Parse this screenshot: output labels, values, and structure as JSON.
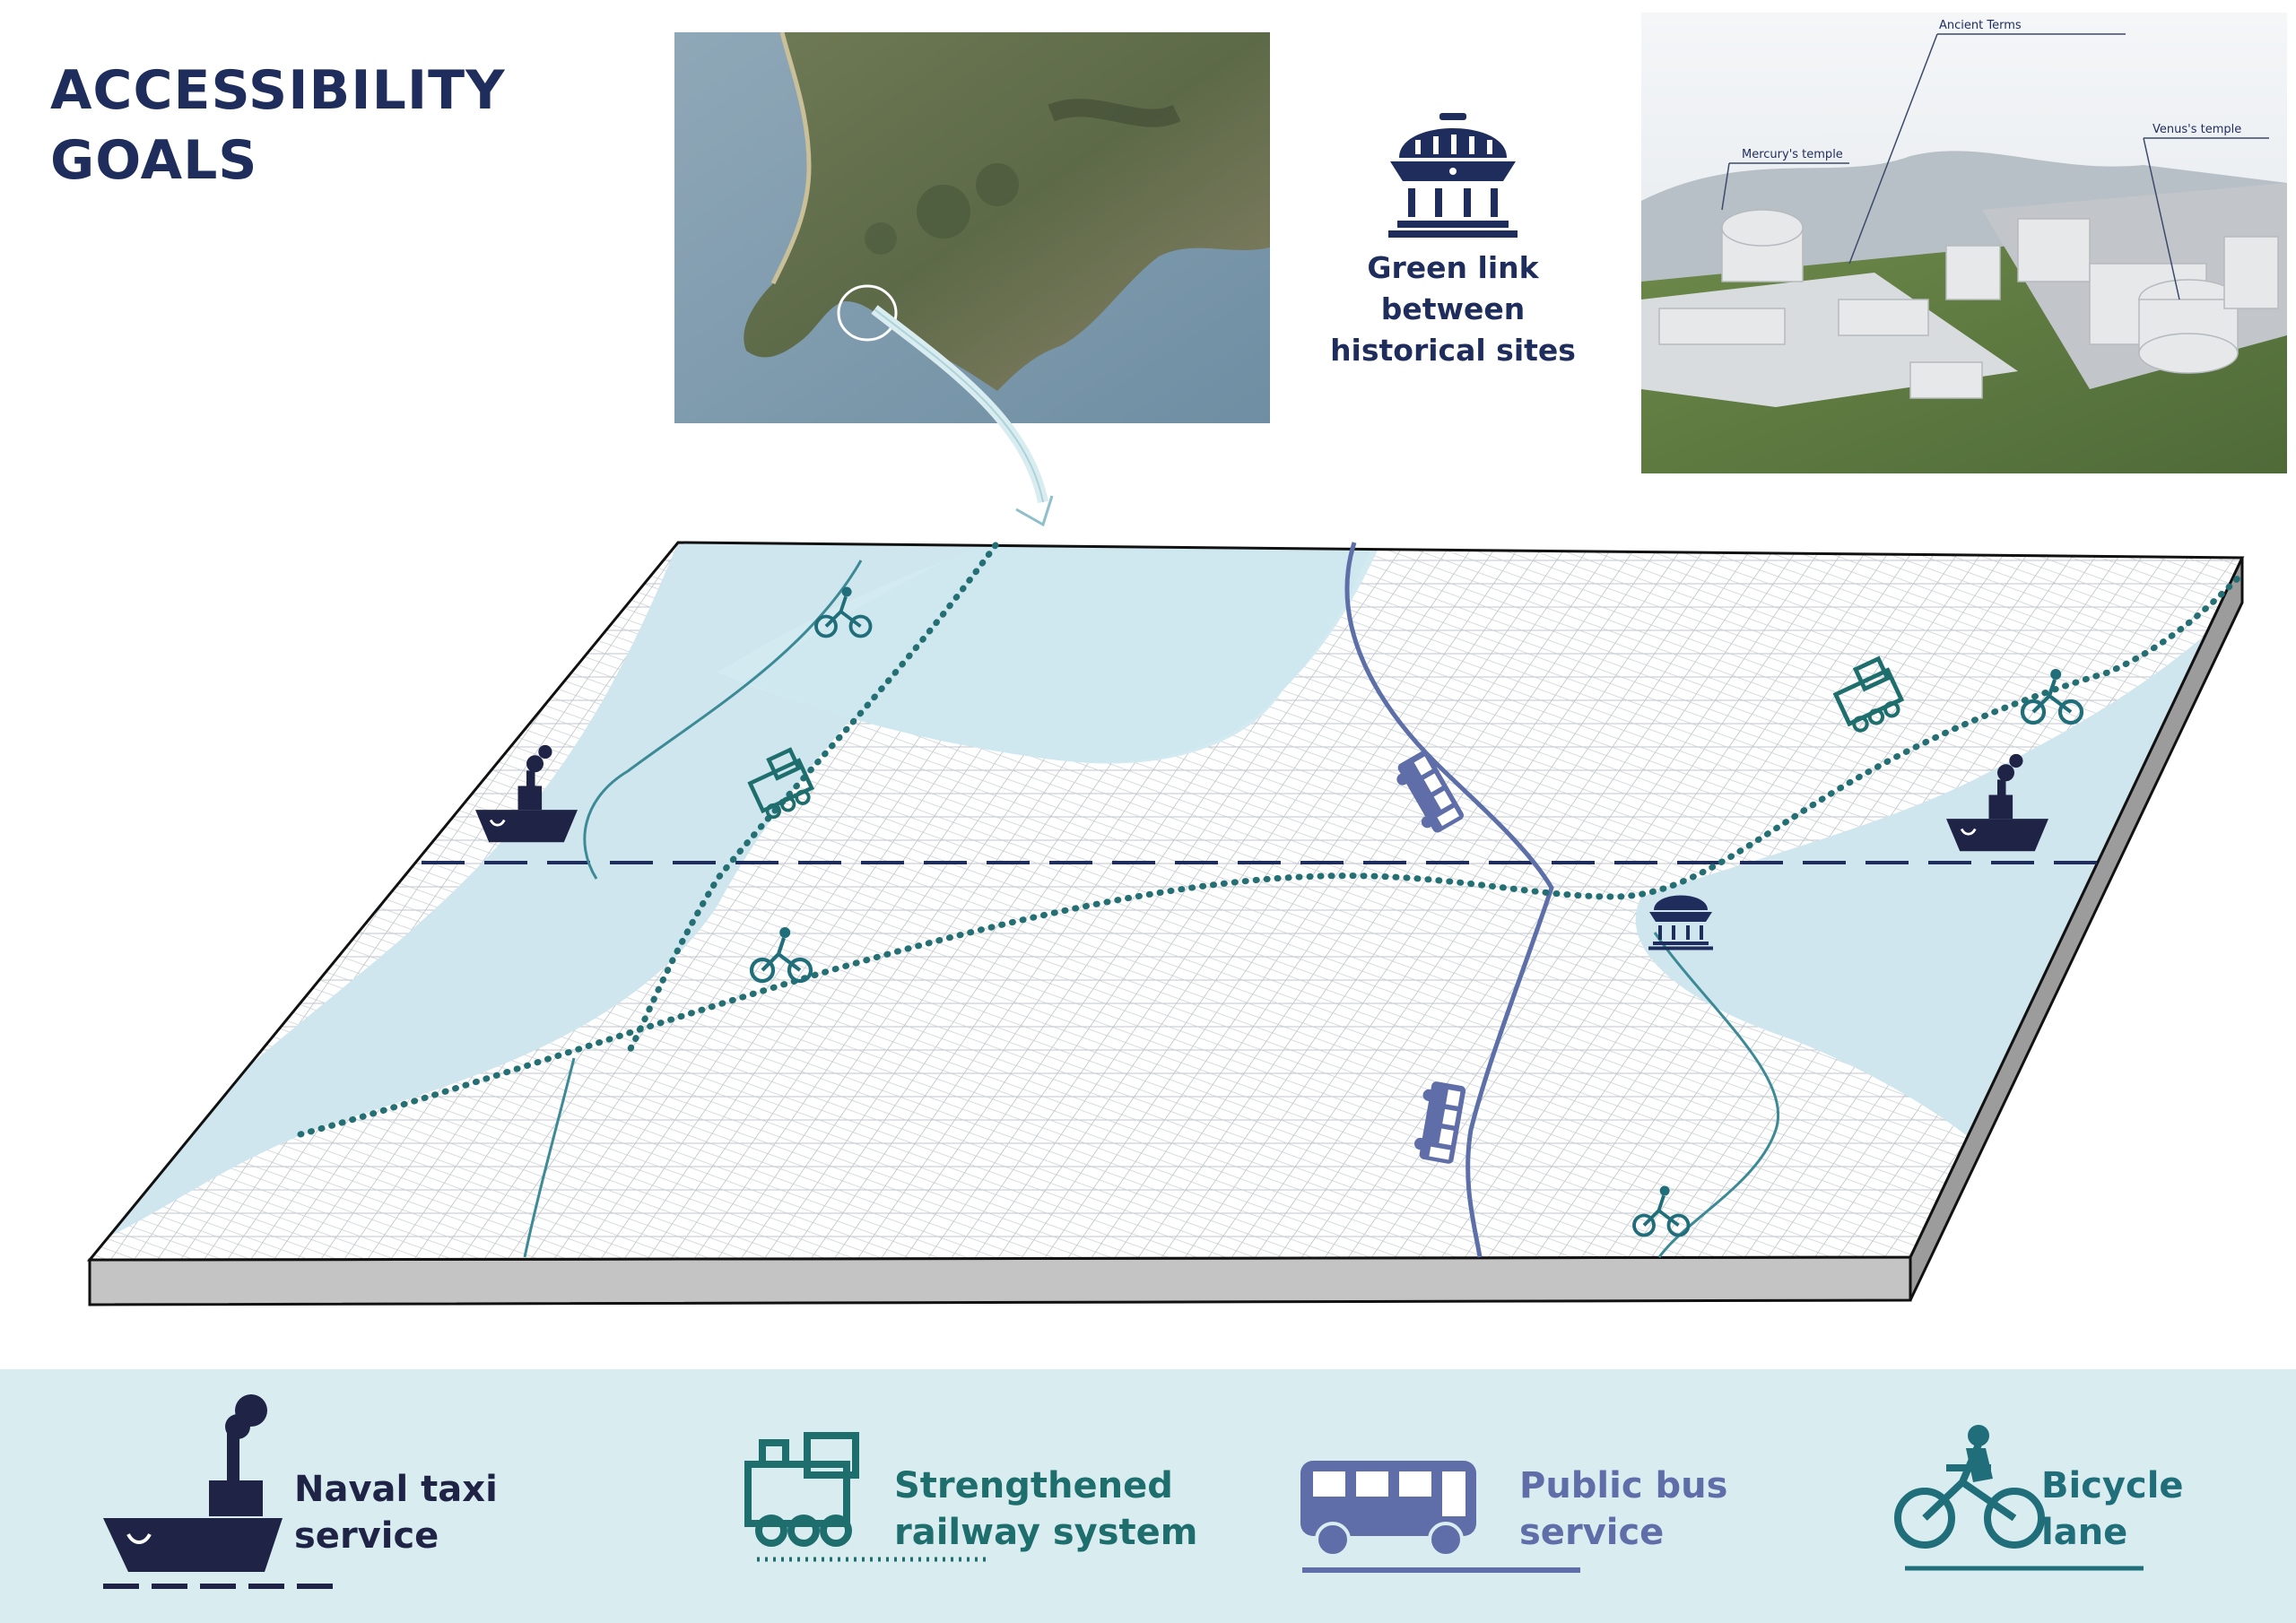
{
  "title": {
    "line1": "ACCESSIBILITY",
    "line2": "GOALS"
  },
  "historical_link": {
    "icon": "temple-icon",
    "caption_line1": "Green link between",
    "caption_line2": "historical sites"
  },
  "render_labels": {
    "ancient_terms": "Ancient Terms",
    "mercury": "Mercury's temple",
    "venus": "Venus's temple"
  },
  "legend": {
    "naval": {
      "line1": "Naval taxi",
      "line2": "service",
      "icon": "ship-icon",
      "color": "#1f2447"
    },
    "railway": {
      "line1": "Strengthened",
      "line2": "railway system",
      "icon": "train-icon",
      "color": "#1e6e6e"
    },
    "bus": {
      "line1": "Public bus",
      "line2": "service",
      "icon": "bus-icon",
      "color": "#5f6ea8"
    },
    "bicycle": {
      "line1": "Bicycle",
      "line2": "lane",
      "icon": "bicycle-icon",
      "color": "#1f6e7a"
    }
  },
  "colors": {
    "navy": "#1f2d5c",
    "sea": "#cfe6ee",
    "legend_band": "#d9edf1",
    "rail": "#246f73",
    "bus_route": "#5d6fa8",
    "bike_route": "#3b8a96"
  }
}
